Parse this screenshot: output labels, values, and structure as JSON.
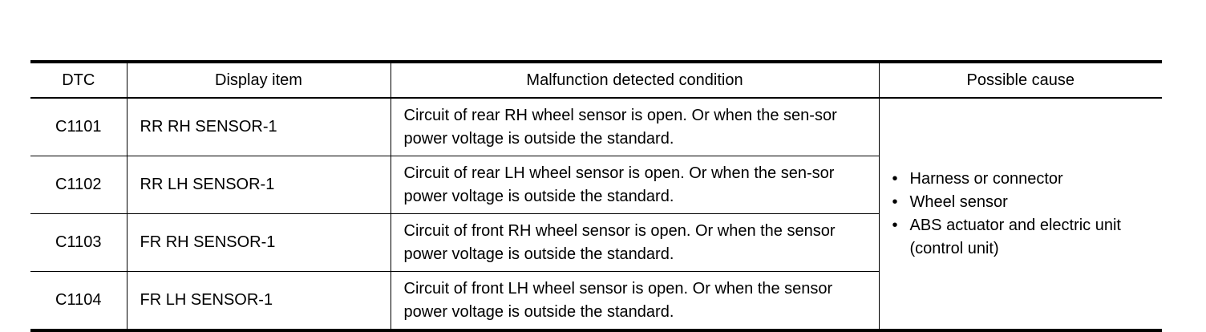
{
  "table": {
    "headers": {
      "dtc": "DTC",
      "display_item": "Display item",
      "condition": "Malfunction detected condition",
      "cause": "Possible cause"
    },
    "rows": [
      {
        "dtc": "C1101",
        "display_item": "RR RH SENSOR-1",
        "condition": "Circuit of rear RH wheel sensor is open. Or when the sen-sor power voltage is outside the standard."
      },
      {
        "dtc": "C1102",
        "display_item": "RR LH SENSOR-1",
        "condition": "Circuit of rear LH wheel sensor is open. Or when the sen-sor power voltage is outside the standard."
      },
      {
        "dtc": "C1103",
        "display_item": "FR RH SENSOR-1",
        "condition": "Circuit of front RH wheel sensor is open. Or when the sensor power voltage is outside the standard."
      },
      {
        "dtc": "C1104",
        "display_item": "FR LH SENSOR-1",
        "condition": "Circuit of front LH wheel sensor is open. Or when the sensor power voltage is outside the standard."
      }
    ],
    "possible_causes": [
      "Harness or connector",
      "Wheel sensor",
      "ABS actuator and electric unit (control unit)"
    ]
  }
}
